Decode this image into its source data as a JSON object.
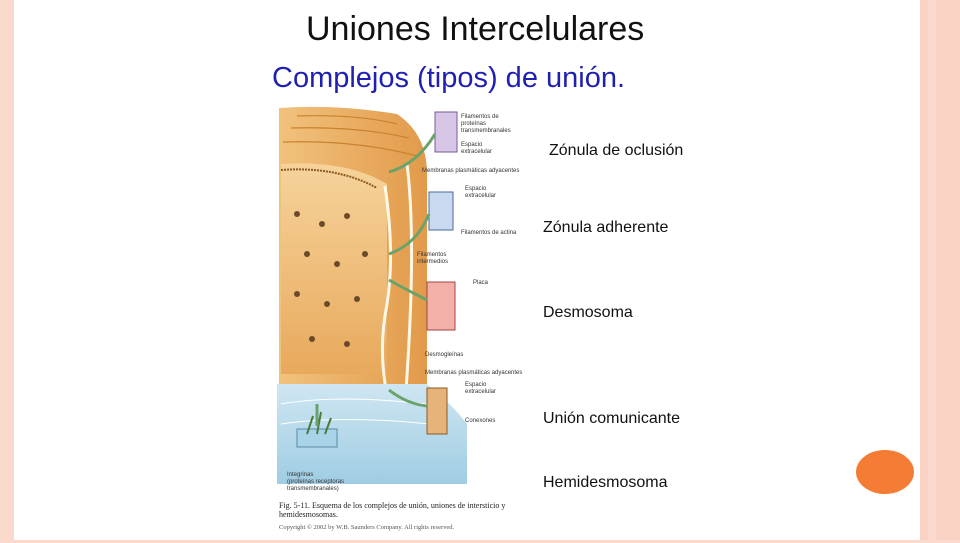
{
  "slide": {
    "title": "Uniones Intercelulares",
    "subtitle": "Complejos (tipos) de unión."
  },
  "junctions": [
    {
      "label": "Zónula de oclusión"
    },
    {
      "label": "Zónula  adherente"
    },
    {
      "label": "Desmosoma"
    },
    {
      "label": "Unión comunicante"
    },
    {
      "label": "Hemidesmosoma"
    }
  ],
  "figure": {
    "annotations": {
      "filamentos_proteinas_1": "Filamentos de",
      "filamentos_proteinas_2": "proteínas",
      "filamentos_proteinas_3": "transmembranales",
      "espacio_1a": "Espacio",
      "espacio_1b": "extracelular",
      "membranas_1": "Membranas plasmáticas adyacentes",
      "espacio_2a": "Espacio",
      "espacio_2b": "extracelular",
      "filamentos_actina": "Filamentos de actina",
      "filamentos_intermedios_1": "Filamentos",
      "filamentos_intermedios_2": "intermedios",
      "placa": "Placa",
      "desmogleinas": "Desmogleínas",
      "membranas_2": "Membranas plasmáticas adyacentes",
      "espacio_3a": "Espacio",
      "espacio_3b": "extracelular",
      "conexones": "Conexones",
      "integrinas_1": "Integrinas",
      "integrinas_2": "(proteínas receptoras",
      "integrinas_3": "transmembranales)"
    },
    "caption_line1": "Fig. 5-11. Esquema de los complejos de unión, uniones de intersticio y",
    "caption_line2": "hemidesmosomas.",
    "copyright": "Copyright © 2002 by W.B. Saunders Company. All rights reserved."
  },
  "colors": {
    "background": "#fcd9cd",
    "title": "#111111",
    "subtitle": "#1f1fb0",
    "decor_circle": "#f47c35"
  }
}
